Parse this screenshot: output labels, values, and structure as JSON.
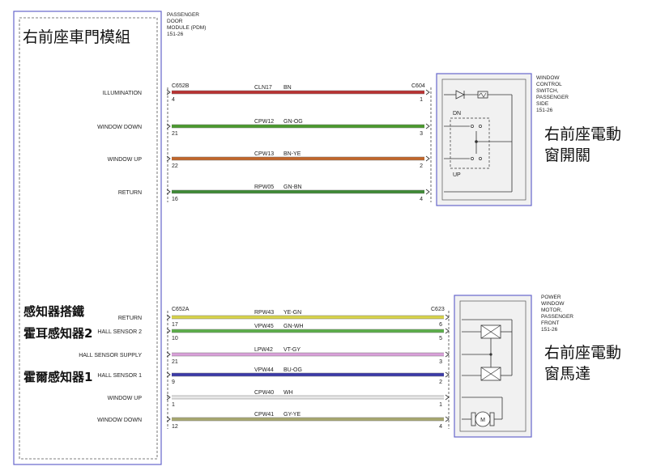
{
  "pdm": {
    "title_cn": "右前座車門模組",
    "label_lines": [
      "PASSENGER",
      "DOOR",
      "MODULE (PDM)",
      "151-26"
    ]
  },
  "switch": {
    "connector_pdm": "C652B",
    "connector_dev": "C604",
    "label_lines": [
      "WINDOW",
      "CONTROL",
      "SWITCH,",
      "PASSENGER",
      "SIDE",
      "151-26"
    ],
    "cn_line1": "右前座電動",
    "cn_line2": "窗開關",
    "dn_label": "DN",
    "up_label": "UP",
    "wires": [
      {
        "signal": "ILLUMINATION",
        "pin_pdm": "4",
        "circuit": "CLN17",
        "color_code": "BN",
        "pin_dev": "1",
        "color": "#b83232"
      },
      {
        "signal": "WINDOW DOWN",
        "pin_pdm": "21",
        "circuit": "CPW12",
        "color_code": "GN-OG",
        "pin_dev": "3",
        "color": "#4a9a2e"
      },
      {
        "signal": "WINDOW UP",
        "pin_pdm": "22",
        "circuit": "CPW13",
        "color_code": "BN-YE",
        "pin_dev": "2",
        "color": "#c2662a"
      },
      {
        "signal": "RETURN",
        "pin_pdm": "16",
        "circuit": "RPW05",
        "color_code": "GN-BN",
        "pin_dev": "4",
        "color": "#3e8a36"
      }
    ]
  },
  "motor": {
    "connector_pdm": "C652A",
    "connector_dev": "C623",
    "label_lines": [
      "POWER",
      "WINDOW",
      "MOTOR,",
      "PASSENGER",
      "FRONT",
      "151-26"
    ],
    "cn_line1": "右前座電動",
    "cn_line2": "窗馬達",
    "motor_symbol": "M",
    "wires": [
      {
        "signal": "RETURN",
        "pin_pdm": "17",
        "circuit": "RPW43",
        "color_code": "YE-GN",
        "pin_dev": "6",
        "color": "#d8d44a"
      },
      {
        "signal": "HALL SENSOR 2",
        "pin_pdm": "10",
        "circuit": "VPW45",
        "color_code": "GN-WH",
        "pin_dev": "5",
        "color": "#5cae4a"
      },
      {
        "signal": "HALL SENSOR SUPPLY",
        "pin_pdm": "21",
        "circuit": "LPW42",
        "color_code": "VT-GY",
        "pin_dev": "3",
        "color": "#d9a0d9"
      },
      {
        "signal": "HALL SENSOR 1",
        "pin_pdm": "9",
        "circuit": "VPW44",
        "color_code": "BU-OG",
        "pin_dev": "2",
        "color": "#3b3aa8"
      },
      {
        "signal": "WINDOW UP",
        "pin_pdm": "1",
        "circuit": "CPW40",
        "color_code": "WH",
        "pin_dev": "1",
        "color": "#e8e8e8"
      },
      {
        "signal": "WINDOW DOWN",
        "pin_pdm": "12",
        "circuit": "CPW41",
        "color_code": "GY-YE",
        "pin_dev": "4",
        "color": "#a8a870"
      }
    ]
  },
  "annotations": {
    "sensor_ground": "感知器搭鐵",
    "hall_sensor_2": "霍耳感知器2",
    "hall_sensor_1": "霍爾感知器1"
  }
}
